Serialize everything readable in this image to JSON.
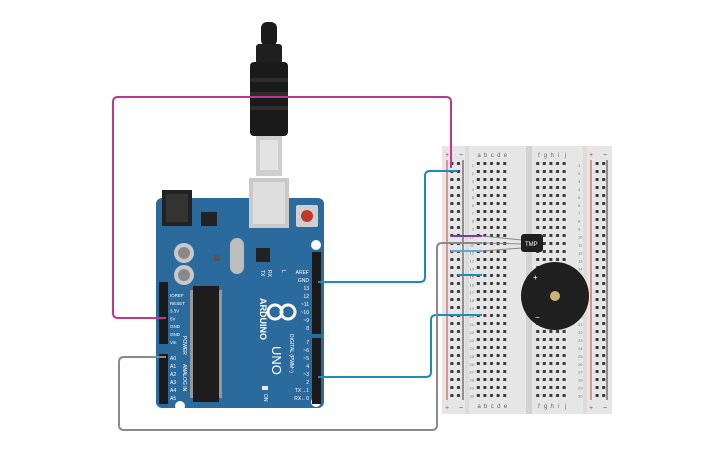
{
  "board": {
    "brand": "ARDUINO",
    "model": "UNO",
    "on_label": "ON",
    "l_label": "L",
    "tx_label": "TX",
    "rx_label": "RX",
    "power_title": "POWER",
    "analog_title": "ANALOG IN",
    "digital_title": "DIGITAL (PWM~)",
    "power_pins": [
      "IOREF",
      "RESET",
      "3.3V",
      "5V",
      "GND",
      "GND",
      "Vin"
    ],
    "analog_pins": [
      "A0",
      "A1",
      "A2",
      "A3",
      "A4",
      "A5"
    ],
    "digital_top_pins": [
      "AREF",
      "GND",
      "13",
      "12",
      "~11",
      "~10",
      "~9",
      "8"
    ],
    "digital_bottom_pins": [
      "7",
      "~6",
      "~5",
      "4",
      "~3",
      "2",
      "TX→1",
      "RX←0"
    ]
  },
  "breadboard": {
    "cols_left": [
      "a",
      "b",
      "c",
      "d",
      "e"
    ],
    "cols_right": [
      "f",
      "g",
      "h",
      "i",
      "j"
    ],
    "plus": "+",
    "minus": "−",
    "row_count": 30
  },
  "sensor": {
    "label": "TMP"
  },
  "buzzer": {
    "plus": "+",
    "minus": "−"
  },
  "colors": {
    "board": "#2b6a9c",
    "wire_pink": "#c0368c",
    "wire_blue": "#1e8cba",
    "wire_gray": "#8a8a8a",
    "wire_purple": "#7a3d9a"
  },
  "icons": [
    "usb-cable-icon",
    "arduino-logo-icon",
    "reset-button-icon",
    "buzzer-icon",
    "temperature-sensor-icon"
  ]
}
